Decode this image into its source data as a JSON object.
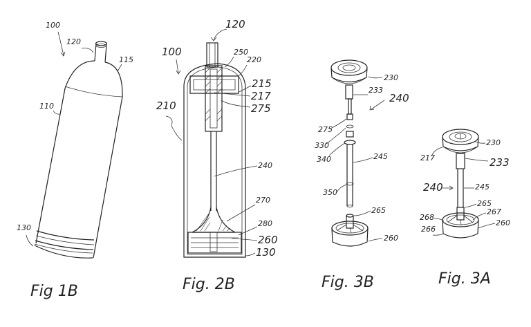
{
  "figures": [
    {
      "id": "fig1b",
      "caption": "Fig 1B",
      "labels": [
        {
          "ref": "100",
          "target": "container-assembly"
        },
        {
          "ref": "120",
          "target": "neck"
        },
        {
          "ref": "115",
          "target": "dome-shoulder"
        },
        {
          "ref": "110",
          "target": "cylindrical-body"
        },
        {
          "ref": "130",
          "target": "base-rings"
        }
      ]
    },
    {
      "id": "fig2b",
      "caption": "Fig. 2B",
      "labels": [
        {
          "ref": "120",
          "target": "neck"
        },
        {
          "ref": "100",
          "target": "container-assembly"
        },
        {
          "ref": "250",
          "target": "cap-top"
        },
        {
          "ref": "220",
          "target": "inner-cap"
        },
        {
          "ref": "215",
          "target": "seal"
        },
        {
          "ref": "217",
          "target": "valve"
        },
        {
          "ref": "275",
          "target": "stem-joint"
        },
        {
          "ref": "210",
          "target": "outer-wall"
        },
        {
          "ref": "240",
          "target": "dip-tube"
        },
        {
          "ref": "270",
          "target": "conical-foot"
        },
        {
          "ref": "280",
          "target": "foot-ring"
        },
        {
          "ref": "260",
          "target": "base-insert"
        },
        {
          "ref": "130",
          "target": "base"
        }
      ]
    },
    {
      "id": "fig3b",
      "caption": "Fig. 3B",
      "labels": [
        {
          "ref": "230",
          "target": "cap-head"
        },
        {
          "ref": "233",
          "target": "cap-neck"
        },
        {
          "ref": "240",
          "target": "tube-assembly"
        },
        {
          "ref": "275",
          "target": "upper-ring"
        },
        {
          "ref": "330",
          "target": "o-ring"
        },
        {
          "ref": "340",
          "target": "collar"
        },
        {
          "ref": "245",
          "target": "tube"
        },
        {
          "ref": "350",
          "target": "tube-band"
        },
        {
          "ref": "265",
          "target": "socket"
        },
        {
          "ref": "260",
          "target": "base-insert"
        }
      ]
    },
    {
      "id": "fig3a",
      "caption": "Fig. 3A",
      "labels": [
        {
          "ref": "230",
          "target": "cap-head"
        },
        {
          "ref": "217",
          "target": "valve"
        },
        {
          "ref": "233",
          "target": "cap-neck"
        },
        {
          "ref": "240",
          "target": "tube-assembly"
        },
        {
          "ref": "245",
          "target": "tube"
        },
        {
          "ref": "265",
          "target": "socket"
        },
        {
          "ref": "267",
          "target": "spoke"
        },
        {
          "ref": "268",
          "target": "rim"
        },
        {
          "ref": "260",
          "target": "base-insert"
        },
        {
          "ref": "266",
          "target": "base-wall"
        }
      ]
    }
  ]
}
